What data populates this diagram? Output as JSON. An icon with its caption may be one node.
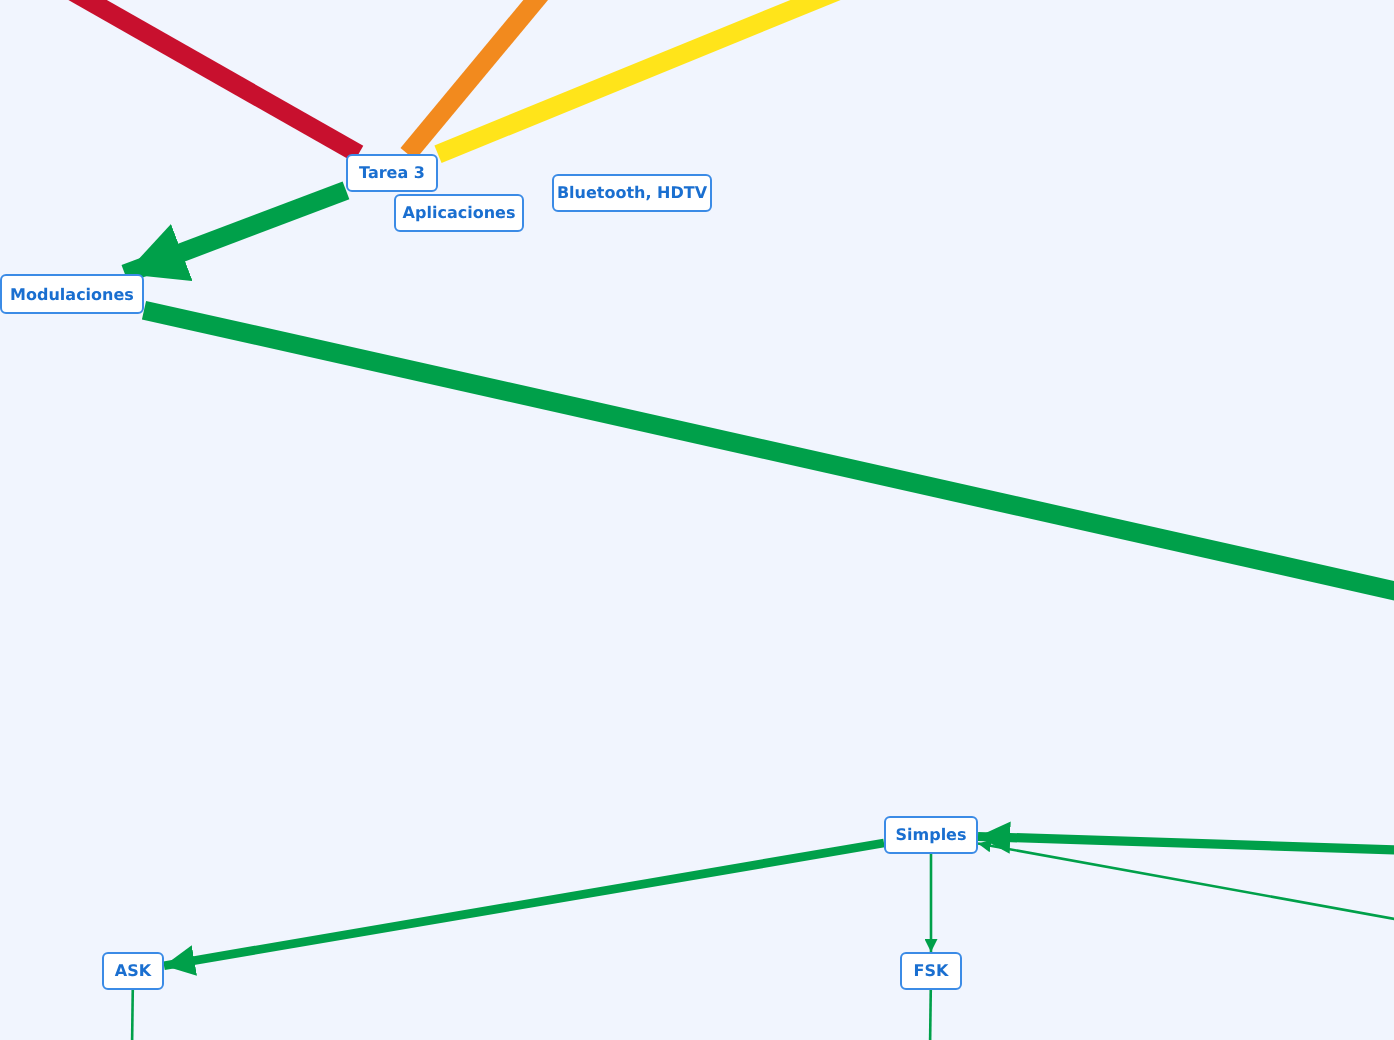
{
  "diagram": {
    "nodes": [
      {
        "text": [
          "Tarea 3"
        ]
      },
      {
        "text": [
          "Aplicaciones"
        ]
      },
      {
        "text": [
          "Bluetooth, HDTV"
        ]
      },
      {
        "text": [
          "Modulaciones"
        ]
      },
      {
        "text": [
          "Simples"
        ]
      },
      {
        "text": [
          "ASK"
        ]
      },
      {
        "text": [
          "FSK"
        ]
      }
    ],
    "edges": [
      {
        "from": null,
        "to": 0,
        "arrow": "none",
        "style": "thick",
        "color": "#c8102e"
      },
      {
        "from": null,
        "to": 0,
        "arrow": "none",
        "style": "thick",
        "color": "#f28a1e"
      },
      {
        "from": null,
        "to": 0,
        "arrow": "none",
        "style": "thick",
        "color": "#ffe41a"
      },
      {
        "from": 0,
        "to": 3,
        "arrow": "to",
        "style": "thick"
      },
      {
        "from": 3,
        "to": null,
        "arrow": "none",
        "style": "thick"
      },
      {
        "from": null,
        "to": 4,
        "arrow": "to"
      },
      {
        "from": null,
        "to": 4,
        "arrow": "to"
      },
      {
        "from": 4,
        "to": 5,
        "arrow": "to"
      },
      {
        "from": 4,
        "to": 6,
        "arrow": "to"
      },
      {
        "from": 5,
        "to": null,
        "arrow": "none"
      },
      {
        "from": 6,
        "to": null,
        "arrow": "none"
      }
    ]
  }
}
